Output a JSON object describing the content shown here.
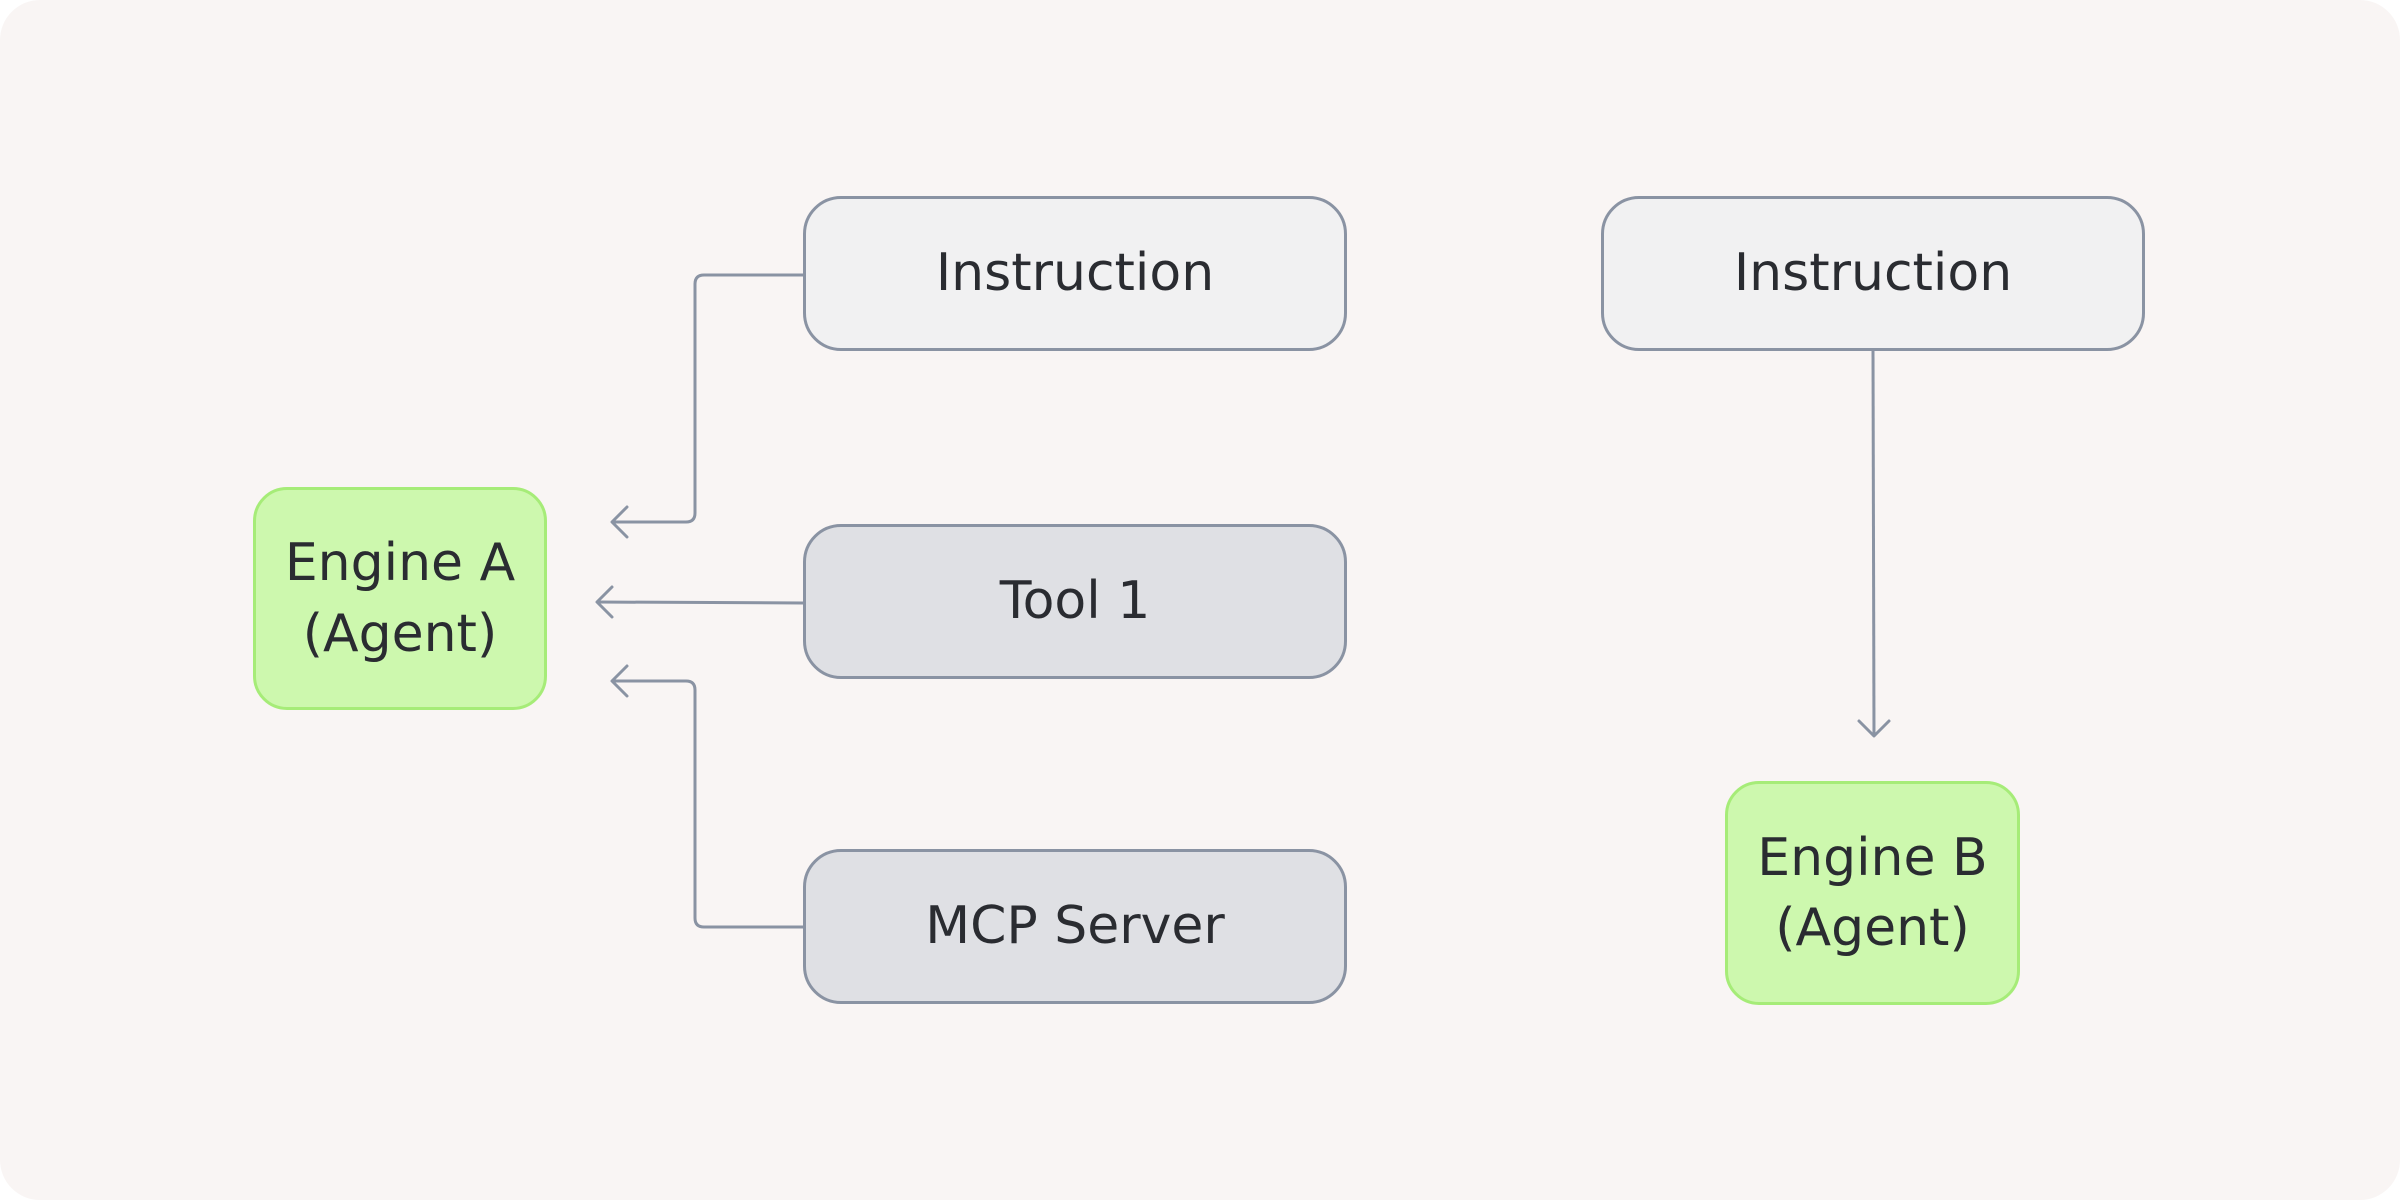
{
  "diagram": {
    "colors": {
      "background": "#f9f5f4",
      "connector": "#8a93a3",
      "text": "#2a2c31",
      "instruction_fill": "#f1f1f2",
      "component_fill": "#dfe0e4",
      "engine_fill": "#cdf8ae",
      "engine_border": "#a6ec78"
    },
    "left_flow": {
      "instruction": "Instruction",
      "tool": "Tool 1",
      "mcp_server": "MCP Server",
      "engine": "Engine A\n(Agent)"
    },
    "right_flow": {
      "instruction": "Instruction",
      "engine": "Engine B\n(Agent)"
    }
  }
}
